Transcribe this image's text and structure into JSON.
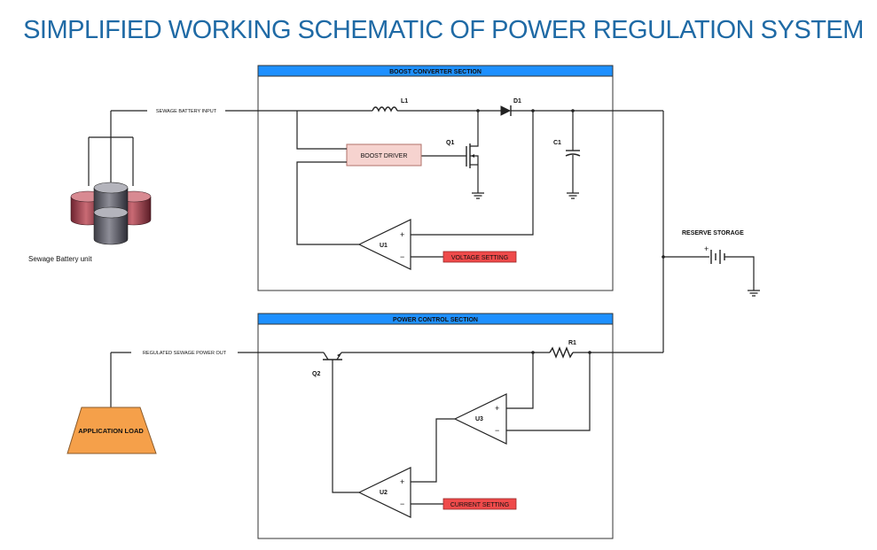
{
  "title": "SIMPLIFIED WORKING SCHEMATIC OF POWER REGULATION SYSTEM",
  "sections": {
    "boost": "BOOST CONVERTER SECTION",
    "power": "POWER CONTROL SECTION"
  },
  "components": {
    "l1": "L1",
    "d1": "D1",
    "q1": "Q1",
    "c1": "C1",
    "u1": "U1",
    "u2": "U2",
    "u3": "U3",
    "q2": "Q2",
    "r1": "R1"
  },
  "blocks": {
    "boost_driver": "BOOST DRIVER",
    "voltage_setting": "VOLTAGE SETTING",
    "current_setting": "CURRENT SETTING"
  },
  "labels": {
    "battery_input": "SEWAGE BATTERY INPUT",
    "battery_unit": "Sewage Battery  unit",
    "reserve_storage": "RESERVE STORAGE",
    "regulated_out": "REGULATED SEWAGE POWER OUT",
    "application_load": "APPLICATION LOAD"
  },
  "signs": {
    "plus": "+",
    "minus": "−"
  },
  "colors": {
    "title": "#1f6aa5",
    "section_header": "#1e90ff",
    "boost_driver_fill": "#f6d3cf",
    "setting_fill": "#ef4a4a",
    "load_fill": "#f5a04a",
    "battery_fill": "#b0505e"
  }
}
